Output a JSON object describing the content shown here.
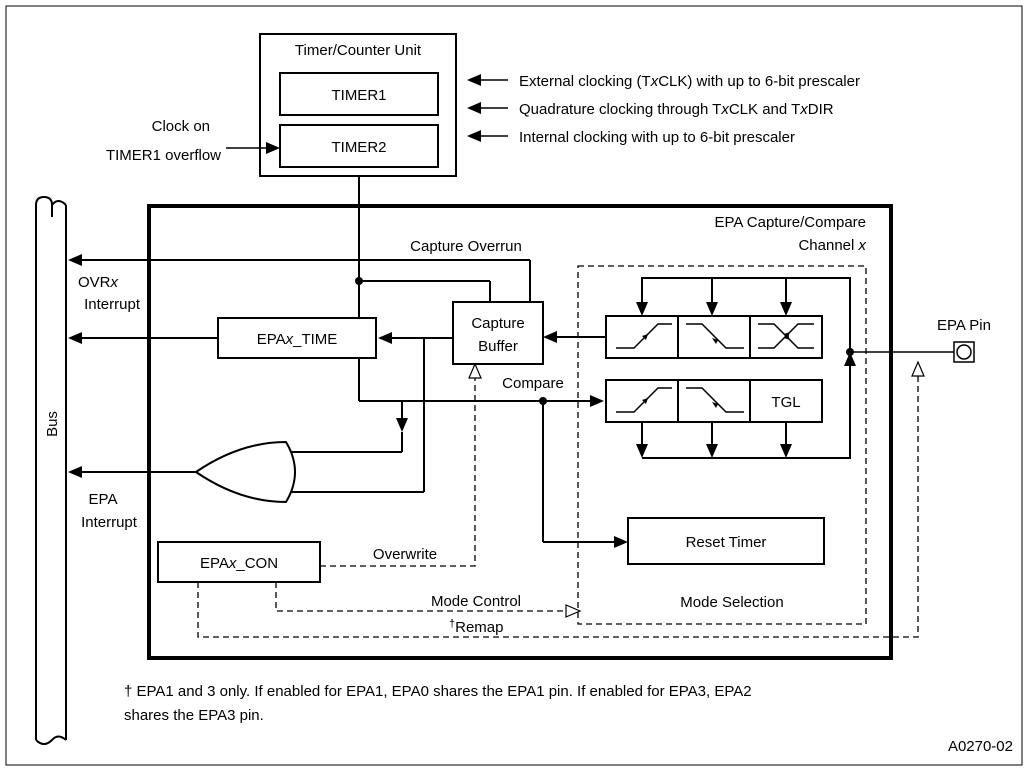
{
  "timer_unit": {
    "title": "Timer/Counter Unit",
    "timer1": "TIMER1",
    "timer2": "TIMER2",
    "clock_on_line1": "Clock on",
    "clock_on_line2": "TIMER1 overflow"
  },
  "clocking_notes": [
    {
      "pre": "External clocking (T",
      "var": "x",
      "post": "CLK) with up to 6-bit prescaler"
    },
    {
      "pre": "Quadrature clocking through T",
      "var": "x",
      "mid": "CLK and T",
      "var2": "x",
      "post": "DIR"
    },
    {
      "pre": "Internal clocking with up to 6-bit prescaler"
    }
  ],
  "epa_block": {
    "title_line1": "EPA Capture/Compare",
    "title_line2_pre": "Channel ",
    "title_line2_var": "x"
  },
  "bus_label": "Bus",
  "ovr_interrupt": {
    "line1_pre": "OVR",
    "line1_var": "x",
    "line2": "Interrupt"
  },
  "epa_interrupt": {
    "line1": "EPA",
    "line2": "Interrupt"
  },
  "capture_overrun": "Capture Overrun",
  "epa_time": {
    "pre": "EPA",
    "var": "x",
    "post": "_TIME"
  },
  "capture_buffer": {
    "line1": "Capture",
    "line2": "Buffer"
  },
  "compare": "Compare",
  "epa_con": {
    "pre": "EPA",
    "var": "x",
    "post": "_CON"
  },
  "overwrite": "Overwrite",
  "mode_control": "Mode Control",
  "remap": {
    "dagger": "†",
    "text": "Remap"
  },
  "tgl": "TGL",
  "reset_timer": "Reset Timer",
  "mode_selection": "Mode Selection",
  "epa_pin": "EPA Pin",
  "footnote_line1": "† EPA1 and 3 only. If enabled for EPA1, EPA0 shares the EPA1 pin. If enabled for EPA3, EPA2",
  "footnote_line2": "shares the EPA3 pin.",
  "figure_id": "A0270-02"
}
